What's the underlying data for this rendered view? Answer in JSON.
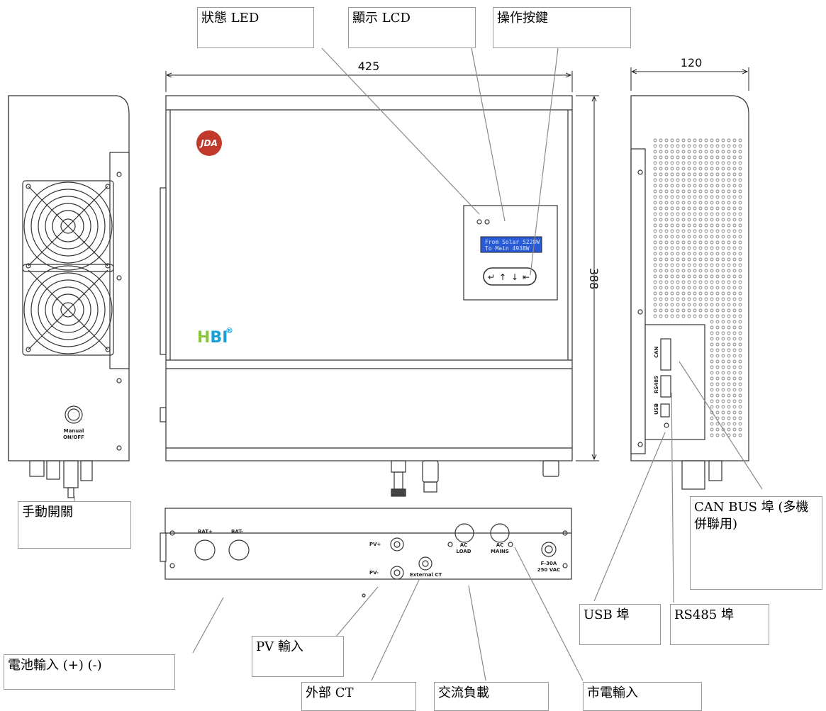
{
  "callouts": {
    "status_led": "狀態 LED",
    "lcd_display": "顯示 LCD",
    "operation_keys": "操作按鍵",
    "manual_switch": "手動開關",
    "can_bus_port": "CAN BUS 埠 (多機併聯用)",
    "usb_port": "USB 埠",
    "rs485_port": "RS485 埠",
    "battery_input": "電池輸入 (+) (-)",
    "pv_input": "PV 輸入",
    "external_ct": "外部 CT",
    "ac_load": "交流負載",
    "mains_input": "市電輸入"
  },
  "dimensions": {
    "width": "425",
    "height": "388",
    "depth": "120"
  },
  "device": {
    "logo": "JDA",
    "brand": "HBI",
    "brand_mark": "®",
    "lcd_line1": "From Solar  5228W",
    "lcd_line2": "To Main     4938W",
    "manual_switch_label_1": "Manual",
    "manual_switch_label_2": "ON/OFF",
    "side_port_labels": [
      "CAN",
      "RS485",
      "USB"
    ],
    "bottom_labels": {
      "bat_plus": "BAT+",
      "bat_minus": "BAT-",
      "pv_plus": "PV+",
      "pv_minus": "PV-",
      "external_ct": "External CT",
      "ac_load_1": "AC",
      "ac_load_2": "LOAD",
      "ac_mains_1": "AC",
      "ac_mains_2": "MAINS",
      "fuse_1": "F-30A",
      "fuse_2": "250 VAC"
    }
  },
  "colors": {
    "logo_red": "#c0392b",
    "brand_green": "#8cc63f",
    "brand_blue": "#1aa0d8",
    "lcd_blue": "#2a5bd7",
    "line": "#333333"
  }
}
